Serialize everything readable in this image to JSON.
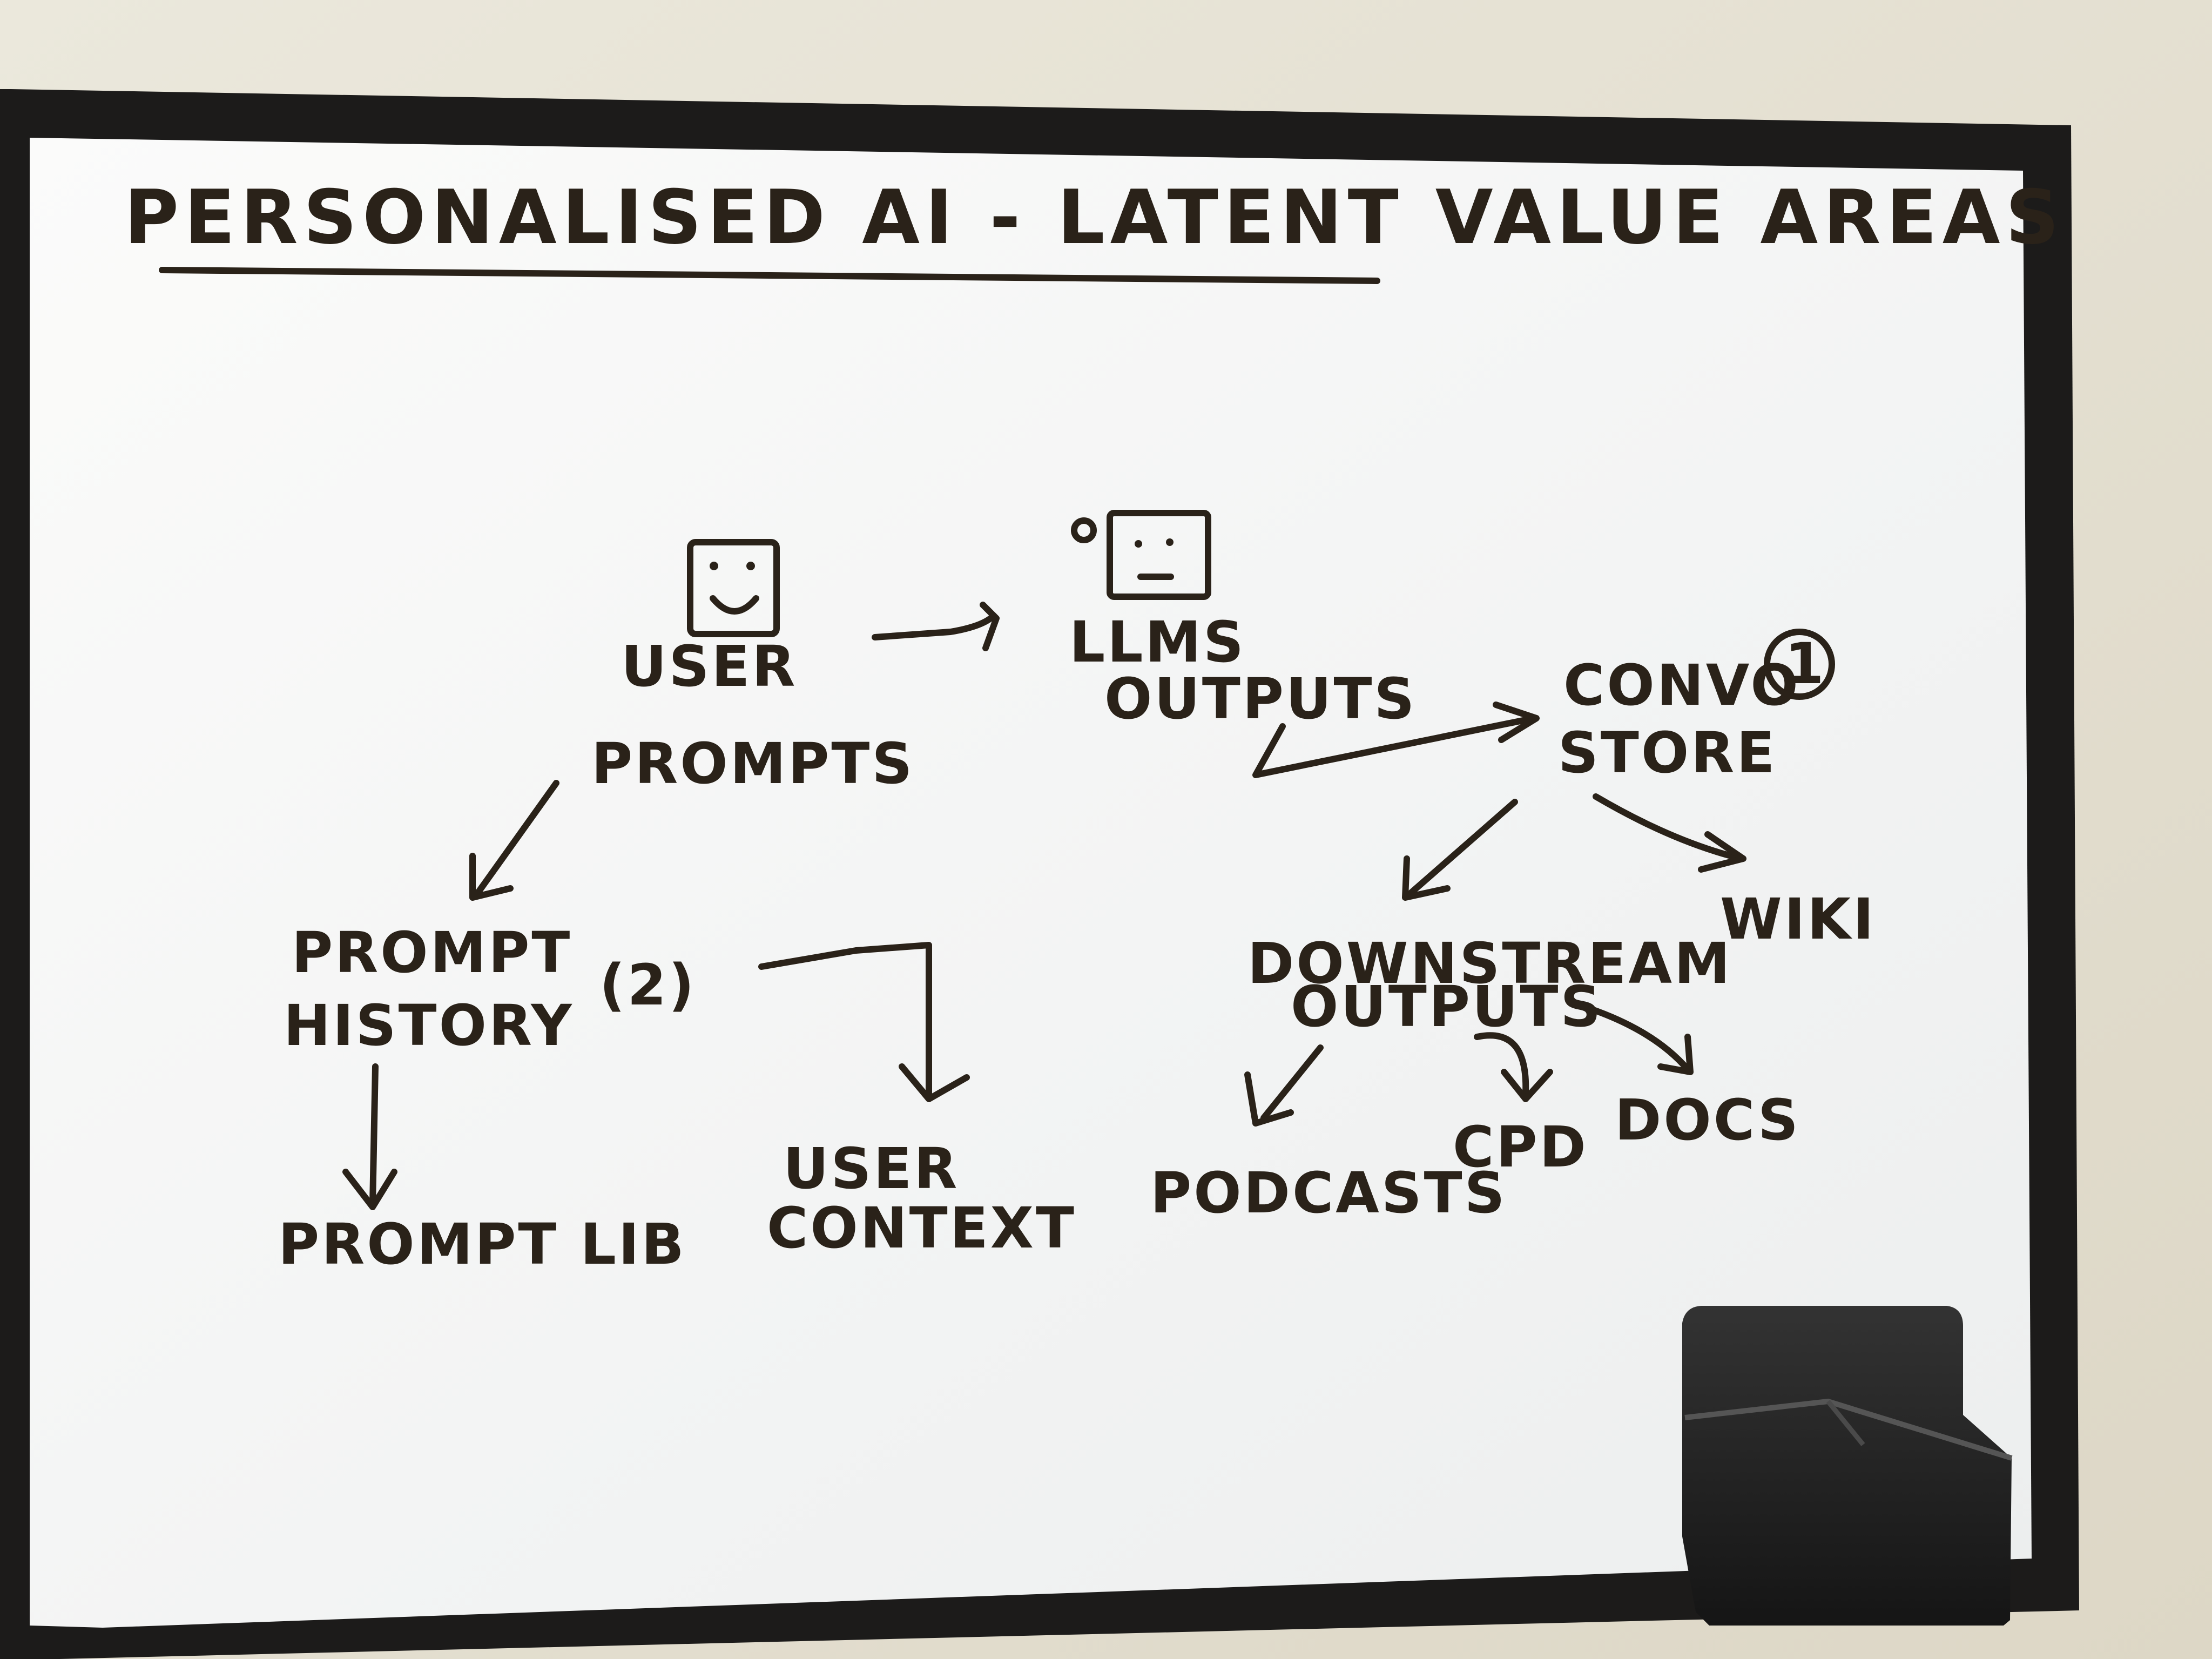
{
  "title": "PERSONALISED AI - LATENT VALUE AREAS",
  "nodes": {
    "user": "USER",
    "llms": "LLMS",
    "prompts": "PROMPTS",
    "outputs": "OUTPUTS",
    "convo_store_line1": "CONVO",
    "convo_store_line2": "STORE",
    "convo_badge": "1",
    "prompt_history_line1": "PROMPT",
    "prompt_history_line2": "HISTORY",
    "prompt_history_badge": "(2)",
    "prompt_lib": "PROMPT LIB",
    "user_context_line1": "USER",
    "user_context_line2": "CONTEXT",
    "wiki": "WIKI",
    "downstream_line1": "DOWNSTREAM",
    "downstream_line2": "OUTPUTS",
    "podcasts": "PODCASTS",
    "cpd": "CPD",
    "docs": "DOCS"
  },
  "colors": {
    "ink": "#2a2219",
    "board": "#f7f8f7",
    "frame": "#1d1d1c",
    "wall": "#e9e6da"
  },
  "icons": {
    "user": "smiley-face-icon",
    "llm": "robot-face-icon"
  }
}
